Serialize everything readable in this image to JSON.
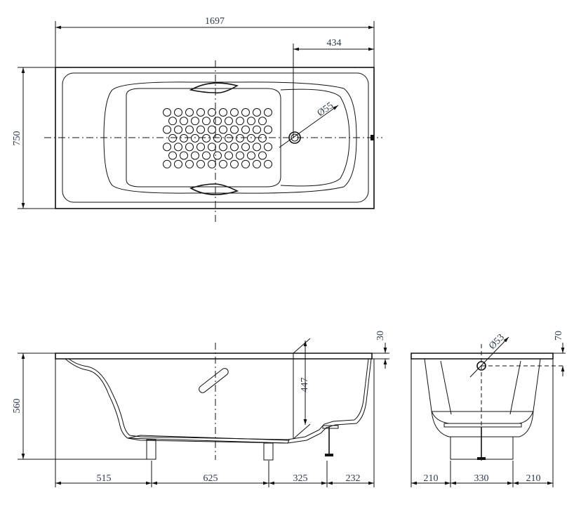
{
  "top_view": {
    "overall_length": "1697",
    "drain_offset": "434",
    "overall_width": "750",
    "drain_diameter": "Ø55"
  },
  "side_view": {
    "height": "560",
    "inner_depth": "447",
    "rim_thickness": "30",
    "leg_spacing": [
      "515",
      "625",
      "325",
      "232"
    ]
  },
  "end_view": {
    "overflow_diameter": "Ø53",
    "overflow_offset": "70",
    "leg_spacing": [
      "210",
      "330",
      "210"
    ]
  }
}
